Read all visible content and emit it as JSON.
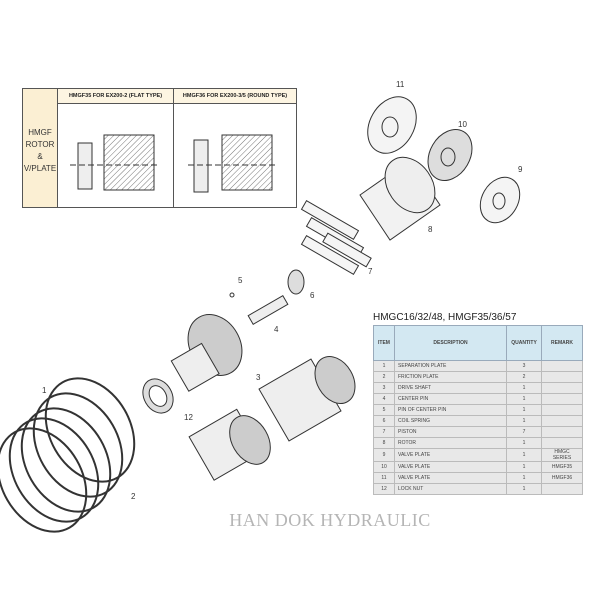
{
  "inset": {
    "side_label": [
      "HMGF",
      "ROTOR",
      "&",
      "V/PLATE"
    ],
    "col1": "HMGF35 FOR EX200-2 (FLAT TYPE)",
    "col2": "HMGF36 FOR EX200-3/5 (ROUND TYPE)"
  },
  "parts_table": {
    "title": "HMGC16/32/48, HMGF35/36/57",
    "headers": [
      "ITEM",
      "DESCRIPTION",
      "QUANTITY",
      "REMARK"
    ],
    "rows": [
      [
        "1",
        "SEPARATION PLATE",
        "3",
        ""
      ],
      [
        "2",
        "FRICTION PLATE",
        "2",
        ""
      ],
      [
        "3",
        "DRIVE SHAFT",
        "1",
        ""
      ],
      [
        "4",
        "CENTER PIN",
        "1",
        ""
      ],
      [
        "5",
        "PIN OF CENTER PIN",
        "1",
        ""
      ],
      [
        "6",
        "COIL SPRING",
        "1",
        ""
      ],
      [
        "7",
        "PISTON",
        "7",
        ""
      ],
      [
        "8",
        "ROTOR",
        "1",
        ""
      ],
      [
        "9",
        "VALVE PLATE",
        "1",
        "HMGC SERIES"
      ],
      [
        "10",
        "VALVE PLATE",
        "1",
        "HMGF35"
      ],
      [
        "11",
        "VALVE PLATE",
        "1",
        "HMGF36"
      ],
      [
        "12",
        "LOCK NUT",
        "1",
        ""
      ]
    ]
  },
  "callouts": [
    "1",
    "2",
    "3",
    "4",
    "5",
    "6",
    "7",
    "8",
    "9",
    "10",
    "11",
    "12"
  ],
  "watermark": "HAN DOK HYDRAULIC"
}
